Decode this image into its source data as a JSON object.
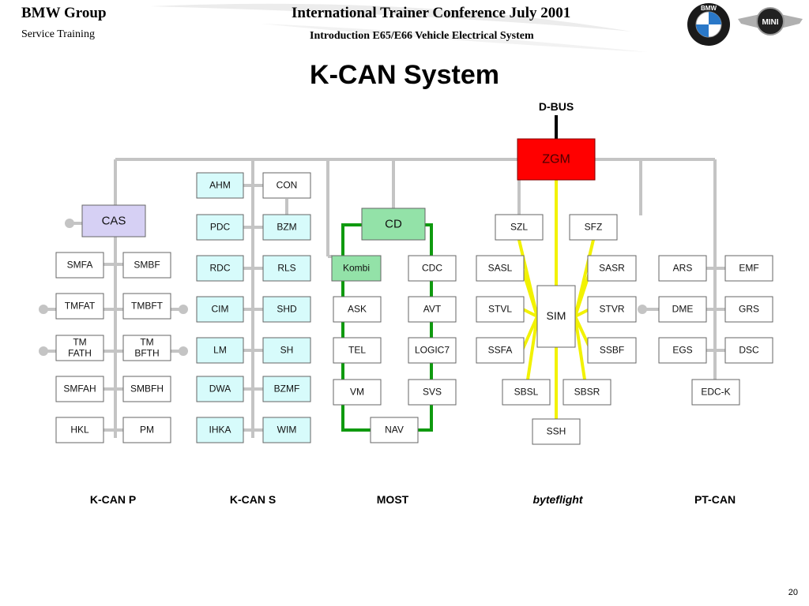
{
  "header": {
    "brand": "BMW Group",
    "subbrand": "Service Training",
    "conference": "International Trainer Conference July 2001",
    "intro": "Introduction E65/E66 Vehicle Electrical System",
    "logo_bmw_text": "BMW",
    "logo_mini_text": "MINI"
  },
  "title": "K-CAN System",
  "bus_top_label": "D-BUS",
  "gateway": "ZGM",
  "modules": {
    "cas": "CAS",
    "smfa": "SMFA",
    "smbf": "SMBF",
    "tmfat": "TMFAT",
    "tmbft": "TMBFT",
    "tmfath_1": "TM",
    "tmfath_2": "FATH",
    "tmbfth_1": "TM",
    "tmbfth_2": "BFTH",
    "smfah": "SMFAH",
    "smbfh": "SMBFH",
    "hkl": "HKL",
    "pm": "PM",
    "ahm": "AHM",
    "con": "CON",
    "pdc": "PDC",
    "bzm": "BZM",
    "rdc": "RDC",
    "rls": "RLS",
    "cim": "CIM",
    "shd": "SHD",
    "lm": "LM",
    "sh": "SH",
    "dwa": "DWA",
    "bzmf": "BZMF",
    "ihka": "IHKA",
    "wim": "WIM",
    "cd": "CD",
    "kombi": "Kombi",
    "cdc": "CDC",
    "ask": "ASK",
    "avt": "AVT",
    "tel": "TEL",
    "logic7": "LOGIC7",
    "vm": "VM",
    "svs": "SVS",
    "nav": "NAV",
    "szl": "SZL",
    "sfz": "SFZ",
    "sasl": "SASL",
    "sasr": "SASR",
    "stvl": "STVL",
    "stvr": "STVR",
    "ssfa": "SSFA",
    "ssbf": "SSBF",
    "sbsl": "SBSL",
    "sbsr": "SBSR",
    "ssh": "SSH",
    "sim": "SIM",
    "ars": "ARS",
    "emf": "EMF",
    "dme": "DME",
    "grs": "GRS",
    "egs": "EGS",
    "dsc": "DSC",
    "edck": "EDC-K"
  },
  "bus_labels": {
    "kcanp": "K-CAN P",
    "kcans": "K-CAN S",
    "most": "MOST",
    "byteflight": "byteflight",
    "ptcan": "PT-CAN"
  },
  "page_number": "20",
  "colors": {
    "bus_line": "#c4c4c4",
    "most_line": "#0f9a0f",
    "byteflight_line": "#f2f200",
    "gateway_fill": "#ff0000",
    "kcan_s_fill": "#d7fbfb",
    "cas_fill": "#d6d0f4",
    "most_hub_fill": "#93e2a8"
  }
}
